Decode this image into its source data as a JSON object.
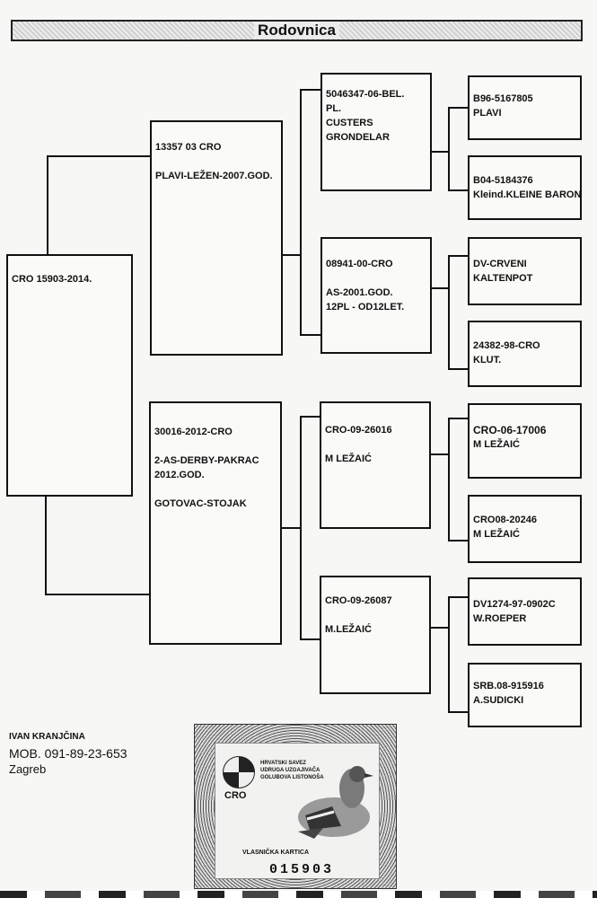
{
  "header": {
    "title": "Rodovnica"
  },
  "pedigree": {
    "subject": {
      "lines": [
        "CRO 15903-2014."
      ]
    },
    "sire": {
      "lines": [
        "13357 03 CRO",
        "",
        "PLAVI-LEŽEN-2007.GOD."
      ]
    },
    "dam": {
      "lines": [
        "30016-2012-CRO",
        "",
        "2-AS-DERBY-PAKRAC",
        "2012.GOD.",
        "",
        "GOTOVAC-STOJAK"
      ]
    },
    "sire_sire": {
      "lines": [
        "5046347-06-BEL.",
        "PL.",
        "CUSTERS",
        "GRONDELAR"
      ]
    },
    "sire_dam": {
      "lines": [
        "08941-00-CRO",
        "",
        "AS-2001.GOD.",
        "12PL - OD12LET."
      ]
    },
    "dam_sire": {
      "lines": [
        "CRO-09-26016",
        "",
        "M LEŽAIĆ"
      ]
    },
    "dam_dam": {
      "lines": [
        "CRO-09-26087",
        "",
        "M.LEŽAIĆ"
      ]
    },
    "ss_sire": {
      "lines": [
        "B96-5167805",
        "PLAVI"
      ]
    },
    "ss_dam": {
      "lines": [
        "B04-5184376",
        "Kleind.KLEINE BARON"
      ]
    },
    "sd_sire": {
      "lines": [
        "DV-CRVENI",
        "KALTENPOT"
      ]
    },
    "sd_dam": {
      "lines": [
        "24382-98-CRO",
        "KLUT."
      ]
    },
    "ds_sire": {
      "lines": [
        "CRO-06-17006",
        "M LEŽAIĆ"
      ]
    },
    "ds_dam": {
      "lines": [
        "CRO08-20246",
        "M LEŽAIĆ"
      ]
    },
    "dd_sire": {
      "lines": [
        "DV1274-97-0902C",
        "W.ROEPER"
      ]
    },
    "dd_dam": {
      "lines": [
        "SRB.08-915916",
        "A.SUDICKI"
      ]
    }
  },
  "footer": {
    "owner": "IVAN KRANJČINA",
    "phone": "MOB. 091-89-23-653",
    "city": "Zagreb"
  },
  "card": {
    "org": [
      "HRVATSKI SAVEZ",
      "UDRUGA UZGAJIVAČA",
      "GOLUBOVA LISTONOŠA"
    ],
    "country": "CRO",
    "title": "VLASNIČKA KARTICA",
    "number": "015903"
  }
}
